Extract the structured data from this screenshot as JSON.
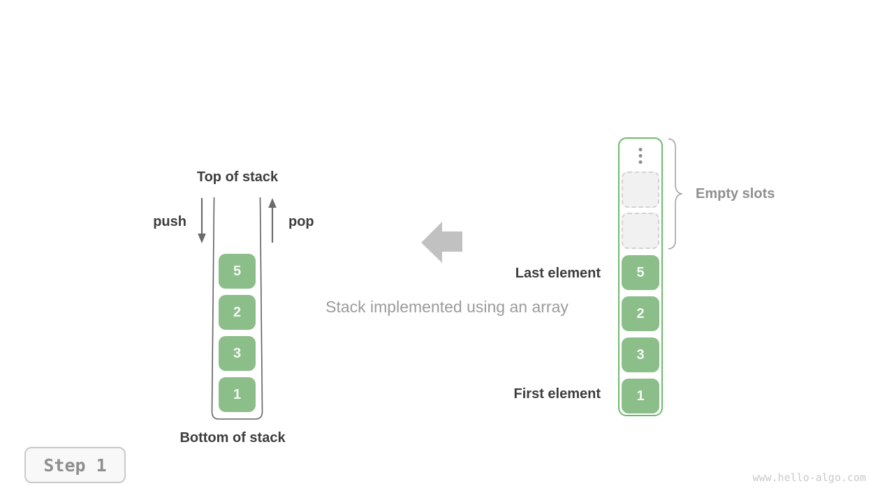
{
  "left_stack": {
    "top_label": "Top of stack",
    "bottom_label": "Bottom of stack",
    "push_label": "push",
    "pop_label": "pop",
    "items": [
      "5",
      "2",
      "3",
      "1"
    ]
  },
  "center": {
    "caption": "Stack implemented using an array"
  },
  "right_array": {
    "empty_slots_label": "Empty slots",
    "last_element_label": "Last element",
    "first_element_label": "First element",
    "empty_slot_count": 2,
    "items": [
      "5",
      "2",
      "3",
      "1"
    ]
  },
  "footer": {
    "step_label": "Step 1",
    "watermark": "www.hello-algo.com"
  },
  "colors": {
    "box_green": "#8CBE8A",
    "container_border_green": "#6CBC6C",
    "box_digit": "#F5F8F4",
    "dark_text": "#3D3D3D",
    "muted_text": "#9B9B9B",
    "gray_label": "#8F8F8F",
    "block_arrow_gray": "#C1C1C1",
    "arrow_stroke": "#6B6B6B",
    "outline_gray": "#616161",
    "brace_gray": "#9E9E9E",
    "slot_fill": "#F1F1F1",
    "slot_border": "#D2D2D2",
    "ellipsis_gray": "#8C8C8C",
    "badge_border": "#C9C9C9",
    "badge_bg": "#F8F8F8",
    "badge_text": "#8E8E8E",
    "watermark_gray": "#C9C9C9"
  }
}
